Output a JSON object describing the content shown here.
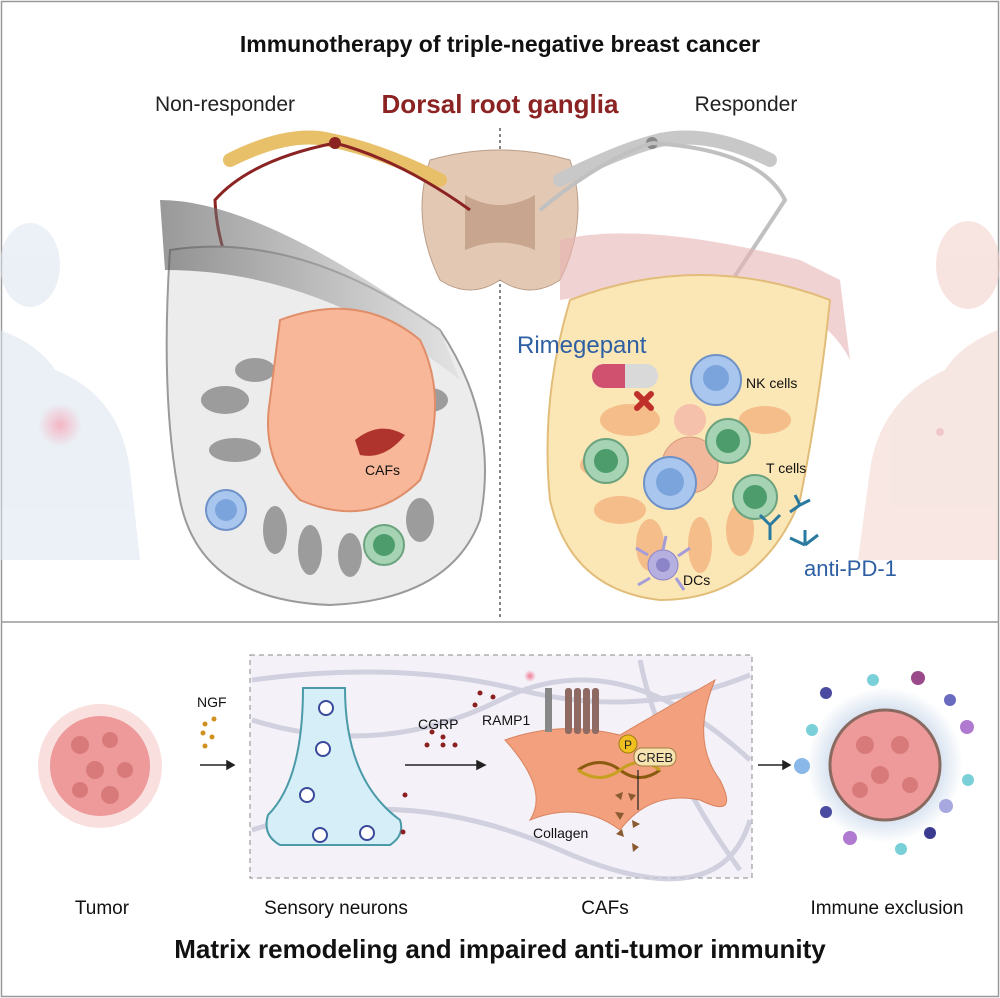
{
  "top_panel": {
    "title": "Immunotherapy of triple-negative breast cancer",
    "left_group": "Non-responder",
    "center_label": "Dorsal root ganglia",
    "right_group": "Responder",
    "left_labels": {
      "cafs": "CAFs"
    },
    "right_labels": {
      "drug": "Rimegepant",
      "nk_cells": "NK cells",
      "t_cells": "T cells",
      "dcs": "DCs",
      "antibody": "anti-PD-1"
    }
  },
  "bottom_panel": {
    "mechanism_labels": {
      "ngf": "NGF",
      "cgrp": "CGRP",
      "ramp1": "RAMP1",
      "p": "P",
      "creb": "CREB",
      "collagen": "Collagen"
    },
    "stages": [
      "Tumor",
      "Sensory neurons",
      "CAFs",
      "Immune exclusion"
    ],
    "title": "Matrix remodeling and impaired anti-tumor immunity"
  },
  "colors": {
    "drg_red": "#8b2323",
    "drug_blue": "#2e5fa3",
    "caf_orange": "#f0a07a",
    "neuron_blue": "#d6eef7"
  }
}
